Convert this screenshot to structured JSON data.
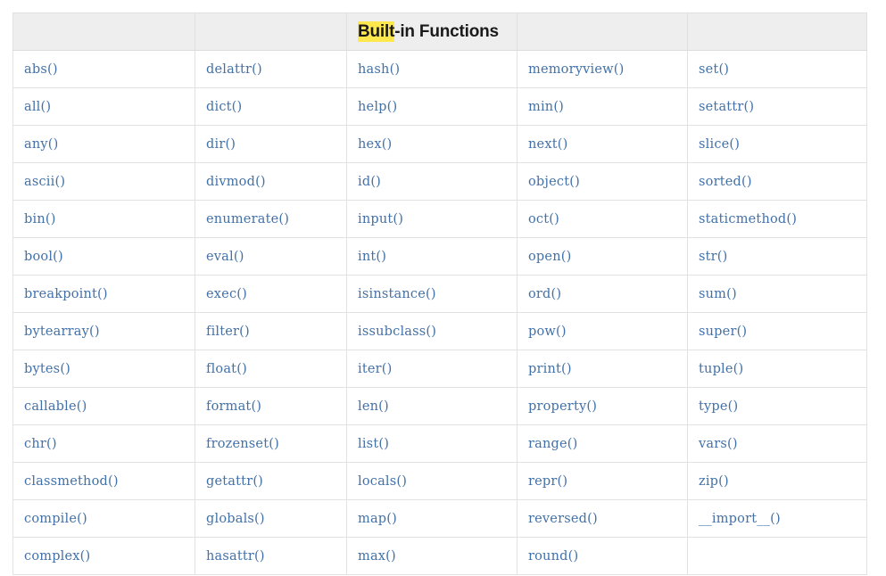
{
  "table": {
    "header": {
      "title_highlighted": "Built",
      "title_rest": "-in Functions",
      "highlight_color": "#ffe84d",
      "background_color": "#eeeeee",
      "spanning_cell_index": 2
    },
    "text_color": "#4271a8",
    "border_color": "#e2e2e2",
    "columns": 5,
    "rows": [
      [
        "abs()",
        "delattr()",
        "hash()",
        "memoryview()",
        "set()"
      ],
      [
        "all()",
        "dict()",
        "help()",
        "min()",
        "setattr()"
      ],
      [
        "any()",
        "dir()",
        "hex()",
        "next()",
        "slice()"
      ],
      [
        "ascii()",
        "divmod()",
        "id()",
        "object()",
        "sorted()"
      ],
      [
        "bin()",
        "enumerate()",
        "input()",
        "oct()",
        "staticmethod()"
      ],
      [
        "bool()",
        "eval()",
        "int()",
        "open()",
        "str()"
      ],
      [
        "breakpoint()",
        "exec()",
        "isinstance()",
        "ord()",
        "sum()"
      ],
      [
        "bytearray()",
        "filter()",
        "issubclass()",
        "pow()",
        "super()"
      ],
      [
        "bytes()",
        "float()",
        "iter()",
        "print()",
        "tuple()"
      ],
      [
        "callable()",
        "format()",
        "len()",
        "property()",
        "type()"
      ],
      [
        "chr()",
        "frozenset()",
        "list()",
        "range()",
        "vars()"
      ],
      [
        "classmethod()",
        "getattr()",
        "locals()",
        "repr()",
        "zip()"
      ],
      [
        "compile()",
        "globals()",
        "map()",
        "reversed()",
        "__import__()"
      ],
      [
        "complex()",
        "hasattr()",
        "max()",
        "round()",
        ""
      ]
    ]
  }
}
